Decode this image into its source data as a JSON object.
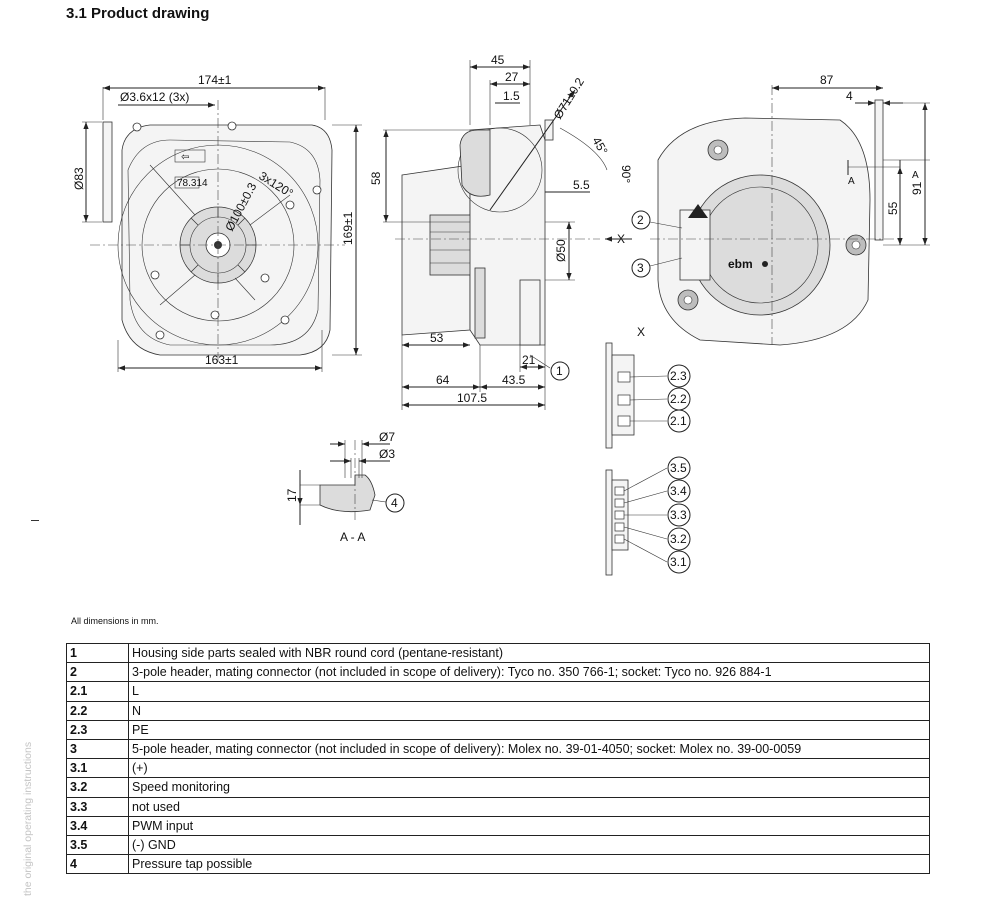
{
  "section_title": "3.1 Product drawing",
  "front_view": {
    "dims": {
      "overall_width": "174±1",
      "holes": "Ø3.6x12 (3x)",
      "height_left": "Ø83",
      "overall_height": "169±1",
      "hole_angle": "3x120°",
      "hub_dia": "Ø100±0.3",
      "bottom_width": "163±1"
    },
    "labels": {
      "part_code": "78.314"
    }
  },
  "side_view": {
    "dims": {
      "d45": "45",
      "d27": "27",
      "d1_5": "1.5",
      "d71": "Ø71±0.2",
      "d45deg": "45°",
      "d58": "58",
      "d5_5": "5.5",
      "d90deg": "90°",
      "d50": "Ø50",
      "d53": "53",
      "d21": "21",
      "d64": "64",
      "d43_5": "43.5",
      "d107_5": "107.5"
    },
    "callout_1": "1",
    "view_marker": "X"
  },
  "rear_view": {
    "dims": {
      "d87": "87",
      "d4": "4",
      "d55": "55",
      "d91": "91"
    },
    "section_a": "A",
    "brand": "ebm",
    "callout_2": "2",
    "callout_3": "3",
    "view_marker_x": "X",
    "x_label": "X"
  },
  "section_aa": {
    "dims": {
      "d7": "Ø7",
      "d3": "Ø3",
      "d17": "17"
    },
    "caption": "A - A",
    "callout_4": "4"
  },
  "connector_3pin": {
    "pins": [
      "2.3",
      "2.2",
      "2.1"
    ]
  },
  "connector_5pin": {
    "pins": [
      "3.5",
      "3.4",
      "3.3",
      "3.2",
      "3.1"
    ]
  },
  "units_note": "All dimensions in mm.",
  "legend": [
    {
      "num": "1",
      "text": "Housing side parts sealed with NBR round cord (pentane-resistant)"
    },
    {
      "num": "2",
      "text": "3-pole header, mating connector (not included in scope of delivery): Tyco no. 350 766-1; socket: Tyco no. 926 884-1"
    },
    {
      "num": "2.1",
      "text": "L"
    },
    {
      "num": "2.2",
      "text": "N"
    },
    {
      "num": "2.3",
      "text": "PE"
    },
    {
      "num": "3",
      "text": "5-pole header, mating connector (not included in scope of delivery): Molex no. 39-01-4050; socket: Molex no. 39-00-0059"
    },
    {
      "num": "3.1",
      "text": "(+)"
    },
    {
      "num": "3.2",
      "text": "Speed monitoring"
    },
    {
      "num": "3.3",
      "text": "not used"
    },
    {
      "num": "3.4",
      "text": "PWM input"
    },
    {
      "num": "3.5",
      "text": "(-) GND"
    },
    {
      "num": "4",
      "text": "Pressure tap possible"
    }
  ],
  "side_note": "the original operating instructions"
}
